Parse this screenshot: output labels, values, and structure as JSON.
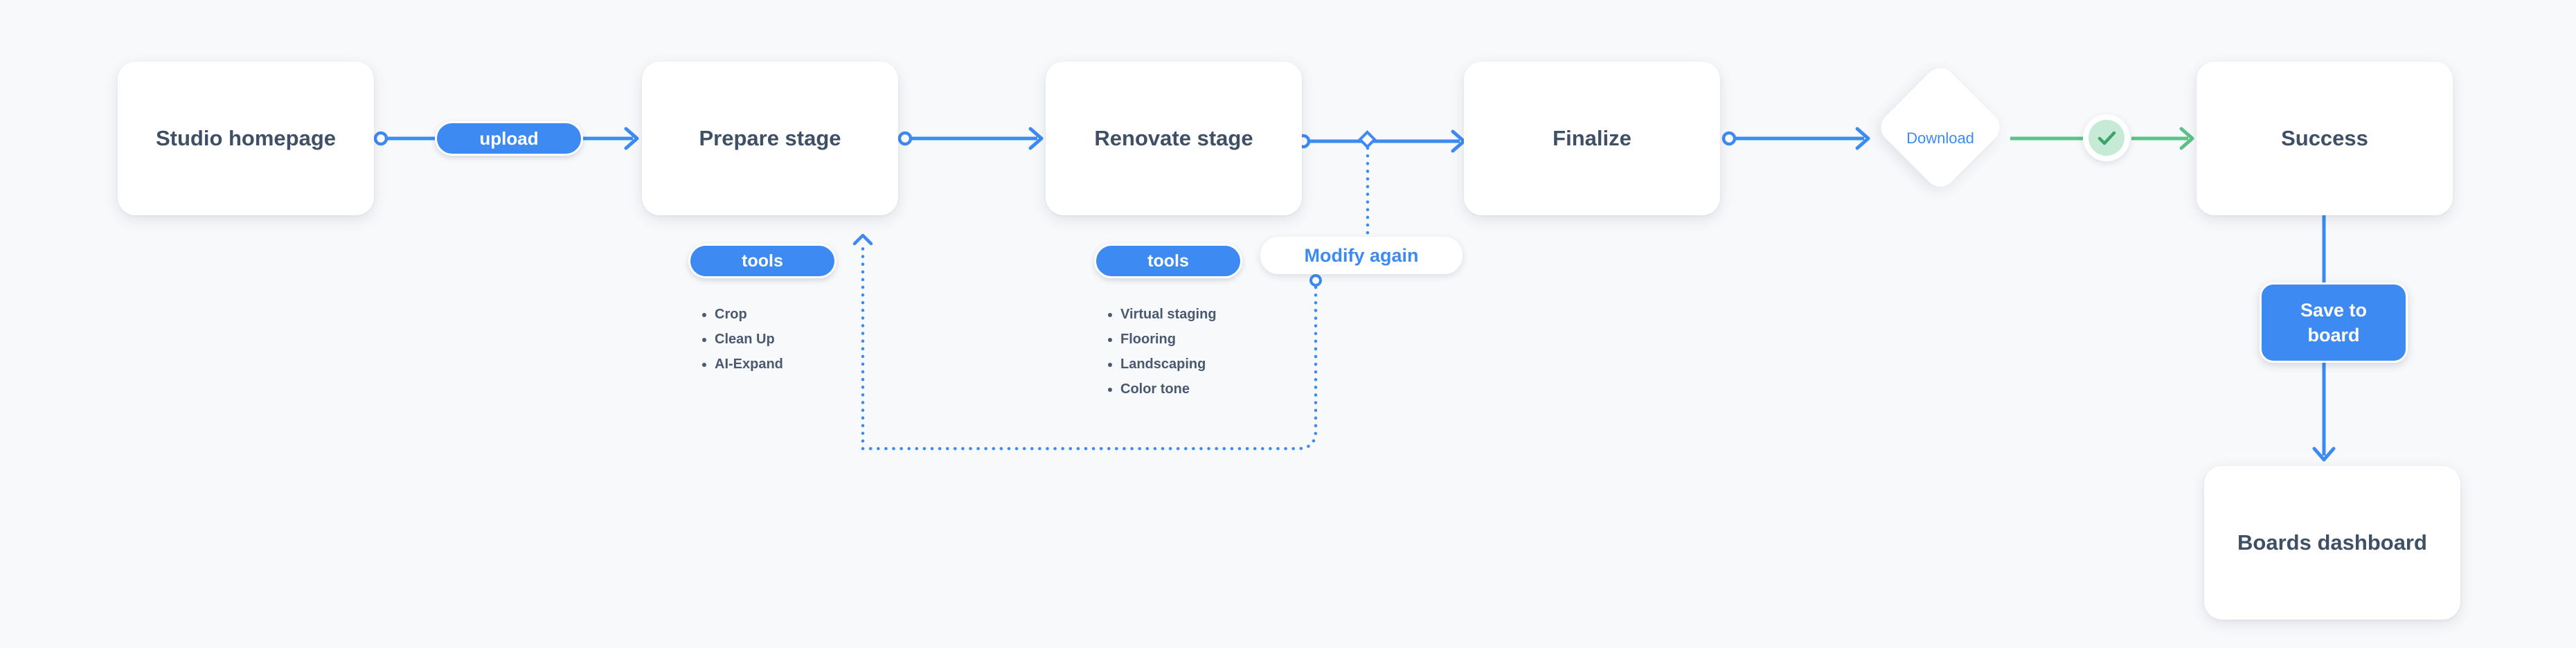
{
  "colors": {
    "accent": "#3d8bf2",
    "success": "#5cc285",
    "node_text": "#3f4f66"
  },
  "nodes": {
    "studio_homepage": "Studio homepage",
    "prepare_stage": "Prepare stage",
    "renovate_stage": "Renovate stage",
    "finalize": "Finalize",
    "success": "Success",
    "boards_dashboard": "Boards dashboard"
  },
  "edges": {
    "upload": "upload",
    "download": "Download",
    "modify_again": "Modify again",
    "save_to_board": [
      "Save to",
      "board"
    ]
  },
  "prepare_tools": {
    "label": "tools",
    "items": [
      "Crop",
      "Clean Up",
      "AI-Expand"
    ]
  },
  "renovate_tools": {
    "label": "tools",
    "items": [
      "Virtual staging",
      "Flooring",
      "Landscaping",
      "Color tone"
    ]
  },
  "icons": {
    "success_check": "check-icon"
  }
}
